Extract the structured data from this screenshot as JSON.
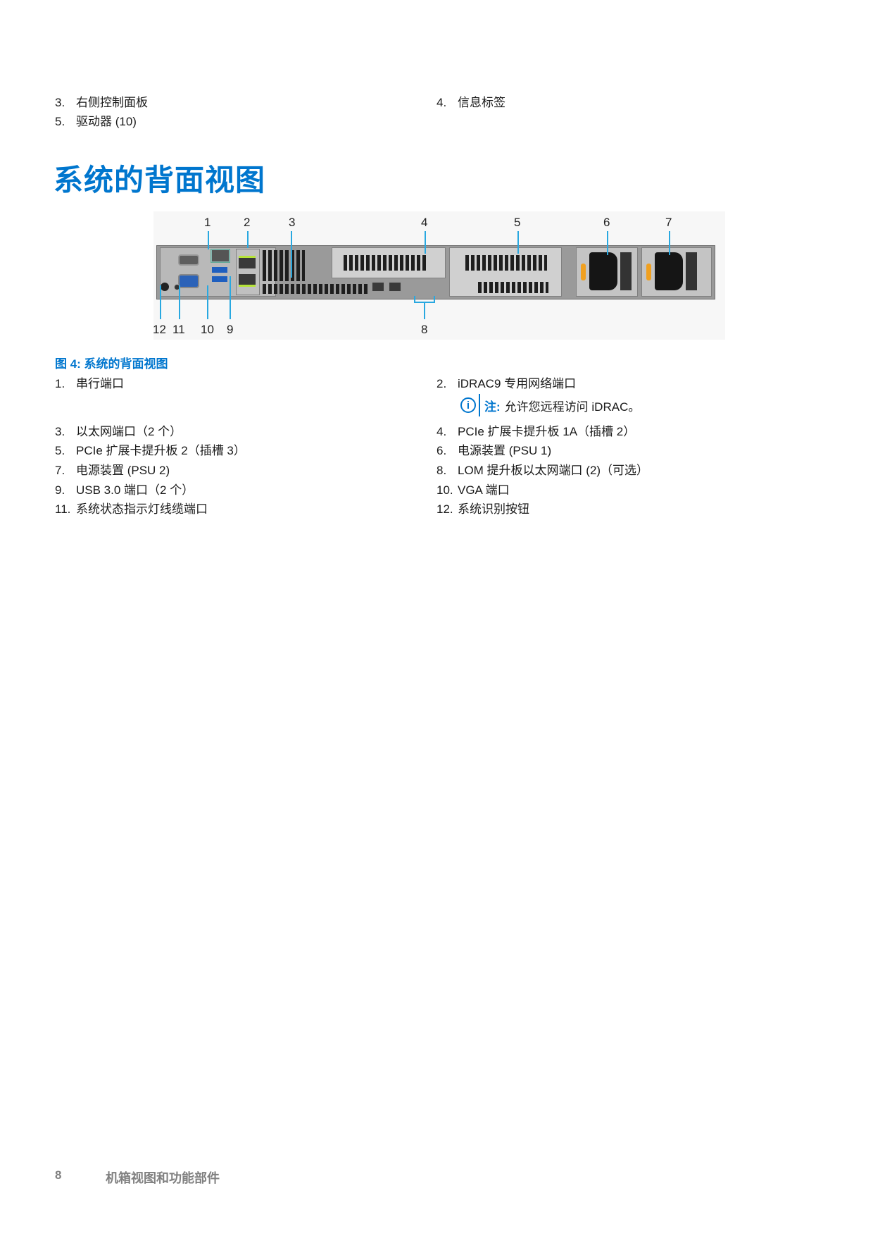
{
  "top_list": {
    "left": [
      {
        "num": "3.",
        "text": "右侧控制面板"
      },
      {
        "num": "5.",
        "text": "驱动器 (10)"
      }
    ],
    "right": [
      {
        "num": "4.",
        "text": "信息标签"
      }
    ]
  },
  "section": {
    "title": "系统的背面视图"
  },
  "figure": {
    "caption": "图 4: 系统的背面视图",
    "callouts_top": [
      "1",
      "2",
      "3",
      "4",
      "5",
      "6",
      "7"
    ],
    "callouts_bottom": [
      "12",
      "11",
      "10",
      "9",
      "8"
    ],
    "accent_color": "#29a8e0"
  },
  "legend": {
    "items": [
      {
        "num": "1.",
        "text": "串行端口"
      },
      {
        "num": "2.",
        "text": "iDRAC9 专用网络端口"
      },
      {
        "num": "3.",
        "text": "以太网端口（2 个）"
      },
      {
        "num": "4.",
        "text": "PCIe 扩展卡提升板 1A（插槽 2）"
      },
      {
        "num": "5.",
        "text": "PCIe 扩展卡提升板 2（插槽 3）"
      },
      {
        "num": "6.",
        "text": "电源装置 (PSU 1)"
      },
      {
        "num": "7.",
        "text": "电源装置 (PSU 2)"
      },
      {
        "num": "8.",
        "text": "LOM 提升板以太网端口 (2)（可选）"
      },
      {
        "num": "9.",
        "text": "USB 3.0 端口（2 个）"
      },
      {
        "num": "10.",
        "text": "VGA 端口"
      },
      {
        "num": "11.",
        "text": "系统状态指示灯线缆端口"
      },
      {
        "num": "12.",
        "text": "系统识别按钮"
      }
    ],
    "note": {
      "icon": "i",
      "label": "注:",
      "text": "允许您远程访问 iDRAC。"
    }
  },
  "footer": {
    "page_number": "8",
    "chapter": "机箱视图和功能部件"
  },
  "colors": {
    "heading": "#0076ce",
    "footer": "#808080"
  }
}
